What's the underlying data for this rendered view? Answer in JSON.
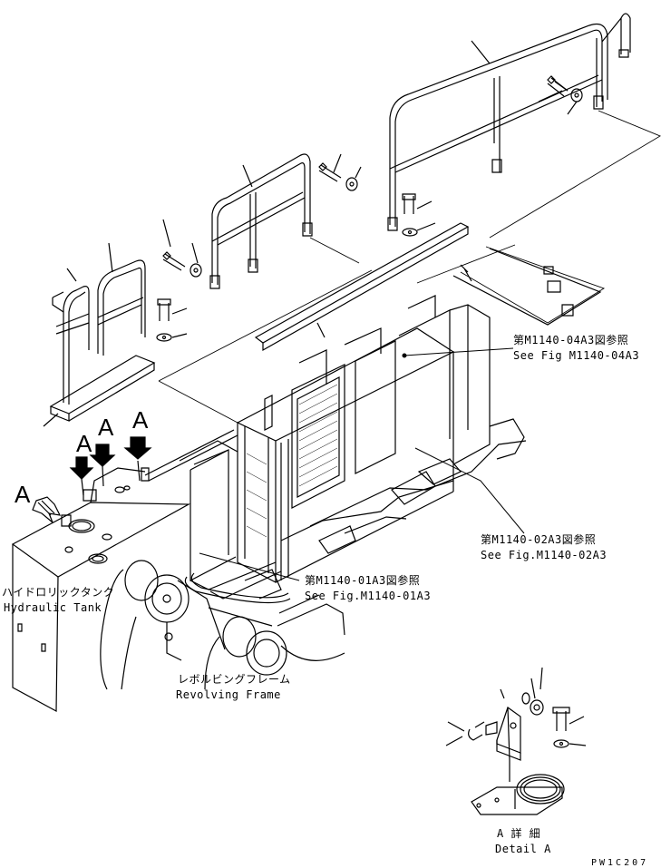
{
  "callouts": {
    "ref_04a3_jp": "第M1140-04A3図参照",
    "ref_04a3_en": "See Fig M1140-04A3",
    "ref_02a3_jp": "第M1140-02A3図参照",
    "ref_02a3_en": "See Fig.M1140-02A3",
    "ref_01a3_jp": "第M1140-01A3図参照",
    "ref_01a3_en": "See Fig.M1140-01A3"
  },
  "parts": {
    "hydraulic_tank_jp": "ハイドロリックタンク",
    "hydraulic_tank_en": "Hydraulic Tank",
    "revolving_frame_jp": "レボルビングフレーム",
    "revolving_frame_en": "Revolving Frame"
  },
  "detail": {
    "marker": "A",
    "title_jp": "A 詳 細",
    "title_en": "Detail A"
  },
  "drawing_code": "PW1C207"
}
